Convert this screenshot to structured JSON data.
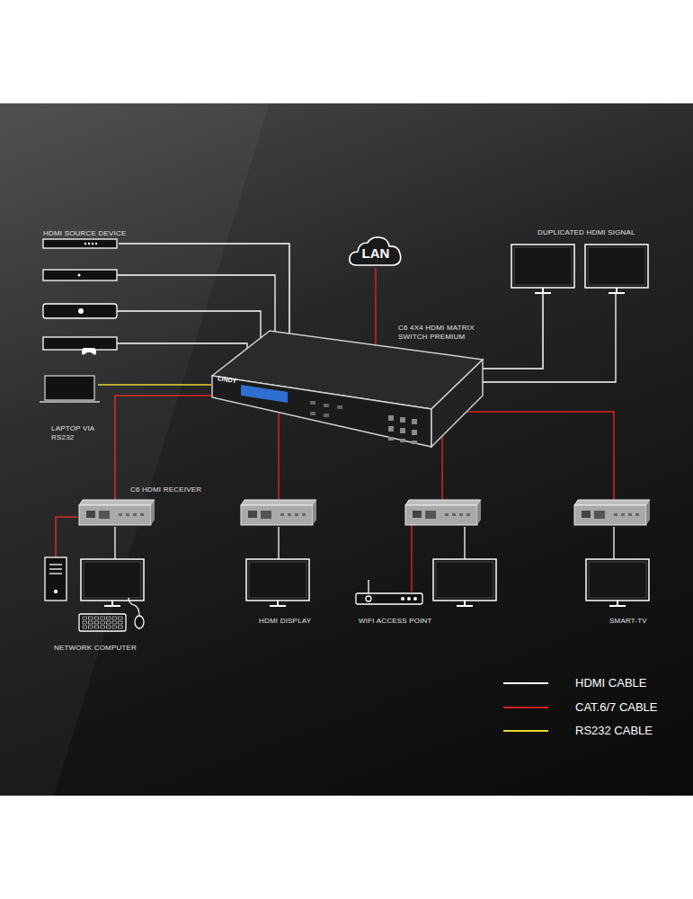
{
  "diagram": {
    "nodes": [
      {
        "text": [
          "LAN"
        ]
      },
      {
        "text": [
          "C6 4X4 HDMI MATRIX SWITCH PREMIUM"
        ]
      },
      {
        "text": [
          "HDMI SOURCE DEVICE"
        ]
      },
      {
        "text": [
          "DUPLICATED HDMI SIGNAL"
        ]
      },
      {
        "text": [
          "LAPTOP VIA RS232"
        ]
      },
      {
        "text": [
          "C6 HDMI RECEIVER"
        ]
      },
      {
        "text": [
          "NETWORK COMPUTER"
        ]
      },
      {
        "text": [
          "HDMI DISPLAY"
        ]
      },
      {
        "text": [
          "WIFI ACCESS POINT"
        ]
      },
      {
        "text": [
          "SMART-TV"
        ]
      }
    ],
    "edges": [
      {
        "from": 0,
        "to": 1,
        "arrow": "none"
      },
      {
        "from": 2,
        "to": 1,
        "arrow": "none"
      },
      {
        "from": 1,
        "to": 3,
        "arrow": "none"
      },
      {
        "from": 4,
        "to": 1,
        "arrow": "none"
      },
      {
        "from": 1,
        "to": 5,
        "arrow": "none"
      },
      {
        "from": 5,
        "to": 6,
        "arrow": "none"
      }
    ],
    "labels": [
      "LINDY"
    ],
    "legend": [
      {
        "text": "HDMI CABLE",
        "color": "#ffffff"
      },
      {
        "text": "CAT.6/7 CABLE",
        "color": "#d9231f"
      },
      {
        "text": "RS232 CABLE",
        "color": "#e8d82a"
      }
    ]
  }
}
